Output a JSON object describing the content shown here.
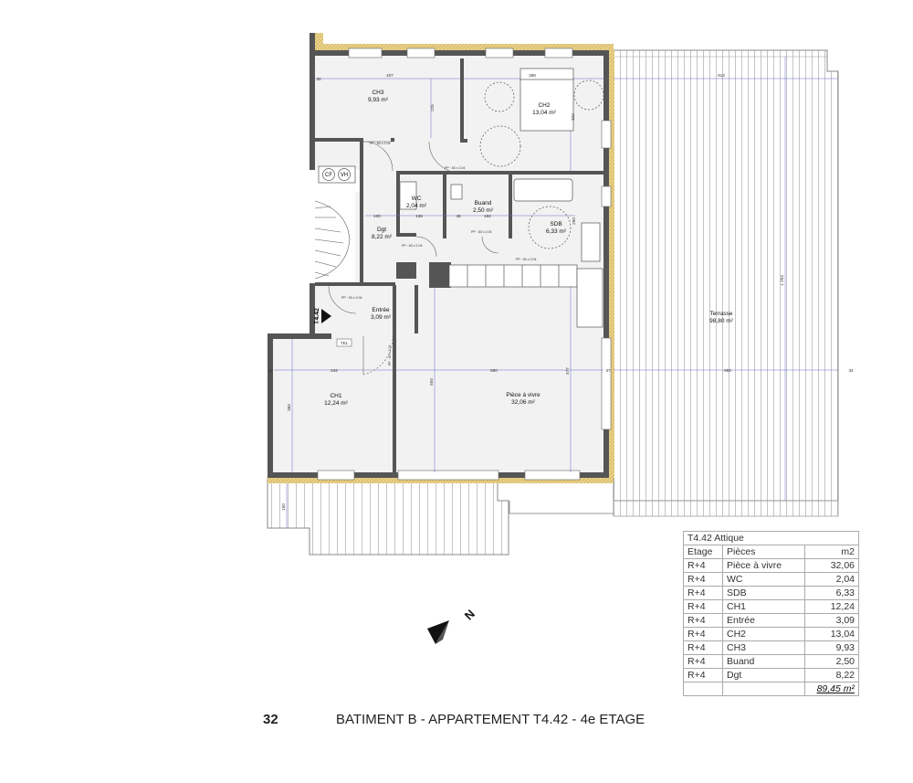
{
  "plan": {
    "unit_marker": "T4.42",
    "rooms": {
      "ch3": {
        "name": "CH3",
        "area": "9,93 m²"
      },
      "ch2": {
        "name": "CH2",
        "area": "13,04 m²"
      },
      "wc": {
        "name": "WC",
        "area": "2,04 m²"
      },
      "buand": {
        "name": "Buand",
        "area": "2,50 m²"
      },
      "sdb": {
        "name": "SDB",
        "area": "6,33 m²"
      },
      "dgt": {
        "name": "Dgt",
        "area": "8,22 m²"
      },
      "entree": {
        "name": "Entrée",
        "area": "3,09 m²"
      },
      "ch1": {
        "name": "CH1",
        "area": "12,24 m²"
      },
      "piece": {
        "name": "Pièce à vivre",
        "area": "32,06 m²"
      },
      "terrasse": {
        "name": "Terrasse",
        "area": "98,80 m²"
      }
    },
    "fixtures": {
      "cf": "CF",
      "vh": "VH",
      "tel": "TEL"
    },
    "dimensions": {
      "d407": "407",
      "d388": "388",
      "d913": "913",
      "d225": "225",
      "d322": "322",
      "d30": "30",
      "d100": "100",
      "d136": "136",
      "d192": "192",
      "d48": "48",
      "d250": "250",
      "d342": "342",
      "d580": "580",
      "d883": "883",
      "d384": "384",
      "d504": "504",
      "d577": "577",
      "d37": "37",
      "d34": "34",
      "d1254": "1 254",
      "d150": "150",
      "d20": "20"
    },
    "door_tags": {
      "t1": "PP : 83 x 2.04",
      "t2": "PP : 83 x 2.04",
      "t3": "PP : 83 x 2.04",
      "t4": "PP : 83 x 2.04",
      "t5": "PP : 83 x 2.04",
      "t6": "PP : 93 x 2.04",
      "t7": "PP : 83 x 2.04"
    },
    "north_label": "N"
  },
  "table": {
    "title": "T4.42  Attique",
    "headers": {
      "etage": "Etage",
      "pieces": "Pièces",
      "m2": "m2"
    },
    "rows": [
      {
        "etage": "R+4",
        "piece": "Pièce à vivre",
        "m2": "32,06"
      },
      {
        "etage": "R+4",
        "piece": "WC",
        "m2": "2,04"
      },
      {
        "etage": "R+4",
        "piece": "SDB",
        "m2": "6,33"
      },
      {
        "etage": "R+4",
        "piece": "CH1",
        "m2": "12,24"
      },
      {
        "etage": "R+4",
        "piece": "Entrée",
        "m2": "3,09"
      },
      {
        "etage": "R+4",
        "piece": "CH2",
        "m2": "13,04"
      },
      {
        "etage": "R+4",
        "piece": "CH3",
        "m2": "9,93"
      },
      {
        "etage": "R+4",
        "piece": "Buand",
        "m2": "2,50"
      },
      {
        "etage": "R+4",
        "piece": "Dgt",
        "m2": "8,22"
      }
    ],
    "total": "89,45 m²"
  },
  "footer": {
    "page_number": "32",
    "heading": "BATIMENT B - APPARTEMENT T4.42 - 4e ETAGE"
  },
  "colors": {
    "wall": "#555555",
    "floor": "#f2f2f2",
    "terrace_line": "#b5b5b5",
    "dim_line": "#6a6acb",
    "insulation": "#e3c96e"
  }
}
